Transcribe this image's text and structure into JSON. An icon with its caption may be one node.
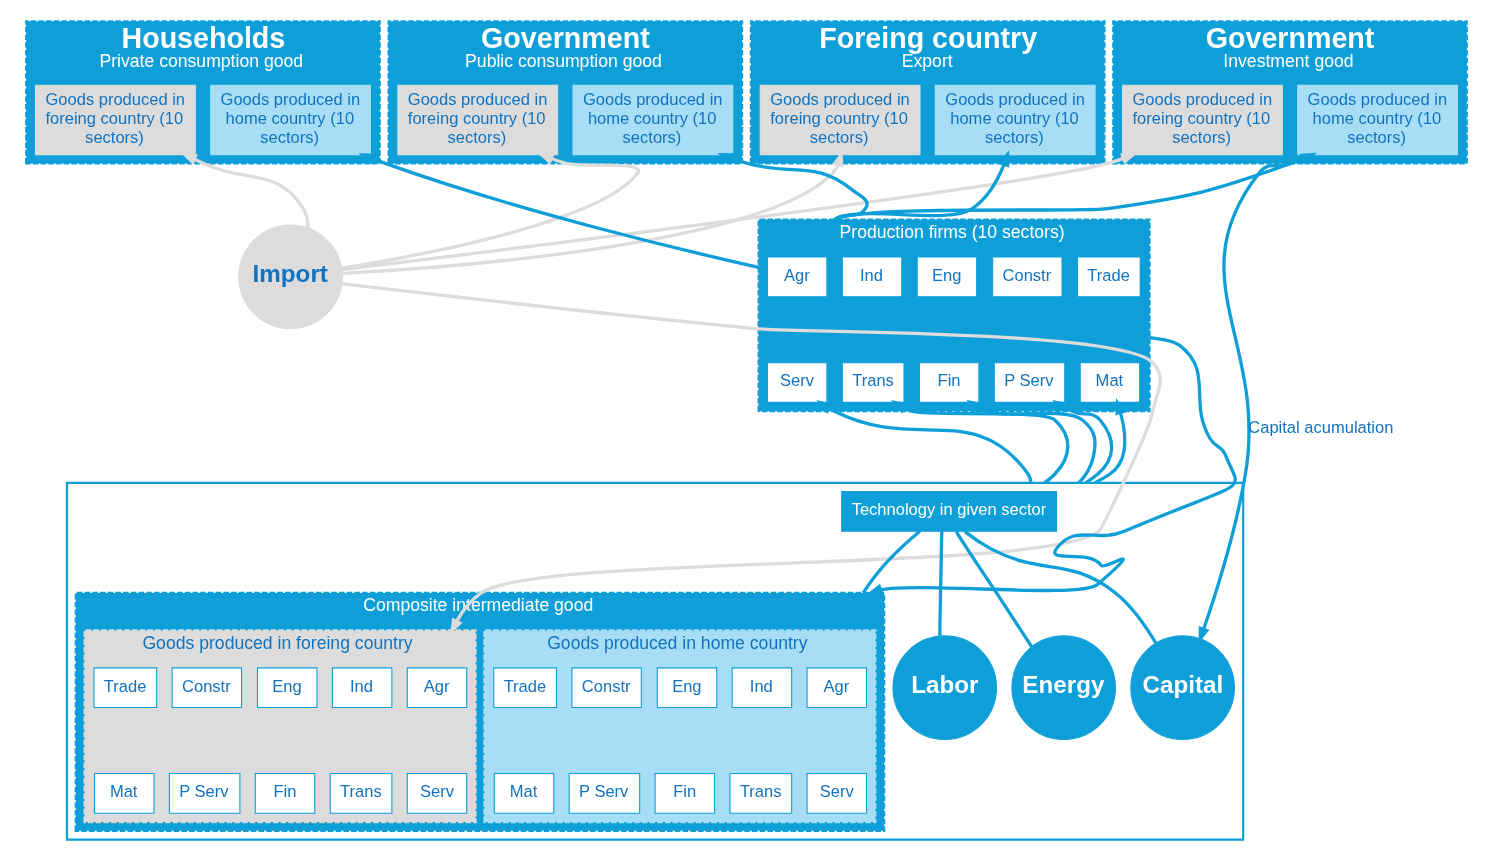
{
  "diagram": {
    "nodes": [
      {
        "text": [
          "Households",
          "Private consumption good"
        ]
      },
      {
        "text": [
          "Goods produced in home country (10 sectors)"
        ],
        "in": 0
      },
      {
        "text": [
          "Goods produced in foreing country (10 sectors)"
        ],
        "in": 0
      },
      {
        "text": [
          "Government",
          "Public consumption good"
        ]
      },
      {
        "text": [
          "Goods produced in home country (10 sectors)"
        ],
        "in": 3
      },
      {
        "text": [
          "Goods produced in foreing country (10 sectors)"
        ],
        "in": 3
      },
      {
        "text": [
          "Foreing country",
          "Export"
        ]
      },
      {
        "text": [
          "Goods produced in home country (10 sectors)"
        ],
        "in": 6
      },
      {
        "text": [
          "Goods produced in foreing country (10 sectors)"
        ],
        "in": 6
      },
      {
        "text": [
          "Government",
          "Investment good"
        ]
      },
      {
        "text": [
          "Goods produced in home country (10 sectors)"
        ],
        "in": 9
      },
      {
        "text": [
          "Goods produced in foreing country (10 sectors)"
        ],
        "in": 9
      },
      {
        "text": [
          "Import"
        ]
      },
      {
        "text": [
          "Production firms (10 sectors)"
        ]
      },
      {
        "text": [
          "Agr"
        ],
        "in": 13
      },
      {
        "text": [
          "Ind"
        ],
        "in": 13
      },
      {
        "text": [
          "Eng"
        ],
        "in": 13
      },
      {
        "text": [
          "Constr"
        ],
        "in": 13
      },
      {
        "text": [
          "Trade"
        ],
        "in": 13
      },
      {
        "text": [
          "Serv"
        ],
        "in": 13
      },
      {
        "text": [
          "Trans"
        ],
        "in": 13
      },
      {
        "text": [
          "Fin"
        ],
        "in": 13
      },
      {
        "text": [
          "P Serv"
        ],
        "in": 13
      },
      {
        "text": [
          "Mat"
        ],
        "in": 13
      },
      {
        "text": [],
        "shape": "box"
      },
      {
        "text": [
          "Technology in given sector"
        ],
        "in": 24
      },
      {
        "text": [
          "Composite intermediate good"
        ],
        "in": 24
      },
      {
        "text": [
          "Goods produced in home country"
        ],
        "in": 26
      },
      {
        "text": [
          "Agr"
        ],
        "in": 27
      },
      {
        "text": [
          "Ind"
        ],
        "in": 27
      },
      {
        "text": [
          "Eng"
        ],
        "in": 27
      },
      {
        "text": [
          "Constr"
        ],
        "in": 27
      },
      {
        "text": [
          "Trade"
        ],
        "in": 27
      },
      {
        "text": [
          "Serv"
        ],
        "in": 27
      },
      {
        "text": [
          "Trans"
        ],
        "in": 27
      },
      {
        "text": [
          "Fin"
        ],
        "in": 27
      },
      {
        "text": [
          "P Serv"
        ],
        "in": 27
      },
      {
        "text": [
          "Mat"
        ],
        "in": 27
      },
      {
        "text": [
          "Goods produced in foreing country"
        ],
        "in": 26
      },
      {
        "text": [
          "Agr"
        ],
        "in": 38
      },
      {
        "text": [
          "Ind"
        ],
        "in": 38
      },
      {
        "text": [
          "Eng"
        ],
        "in": 38
      },
      {
        "text": [
          "Constr"
        ],
        "in": 38
      },
      {
        "text": [
          "Trade"
        ],
        "in": 38
      },
      {
        "text": [
          "Serv"
        ],
        "in": 38
      },
      {
        "text": [
          "Trans"
        ],
        "in": 38
      },
      {
        "text": [
          "Fin"
        ],
        "in": 38
      },
      {
        "text": [
          "P Serv"
        ],
        "in": 38
      },
      {
        "text": [
          "Mat"
        ],
        "in": 38
      },
      {
        "text": [
          "Labor"
        ],
        "in": 24
      },
      {
        "text": [
          "Energy"
        ],
        "in": 24
      },
      {
        "text": [
          "Capital"
        ],
        "in": 24
      }
    ],
    "edges": [
      {
        "from": 13,
        "to": 1,
        "arrow": "to"
      },
      {
        "from": 13,
        "to": 4,
        "arrow": "to"
      },
      {
        "from": 13,
        "to": 7,
        "arrow": "to"
      },
      {
        "from": 13,
        "to": 10,
        "arrow": "to"
      },
      {
        "from": 12,
        "to": 2,
        "arrow": "to",
        "color": "#dcdcdd"
      },
      {
        "from": 12,
        "to": 5,
        "arrow": "to",
        "color": "#dcdcdd"
      },
      {
        "from": 12,
        "to": 8,
        "arrow": "to",
        "color": "#dcdcdd"
      },
      {
        "from": 12,
        "to": 11,
        "arrow": "to",
        "color": "#dcdcdd"
      },
      {
        "from": 12,
        "to": 38,
        "arrow": "to",
        "color": "#dcdcdd"
      },
      {
        "from": 13,
        "to": 26,
        "arrow": "to"
      },
      {
        "from": 9,
        "to": 51,
        "arrow": "to",
        "label": "Capital acumulation"
      },
      {
        "from": 24,
        "to": 19,
        "arrow": "to"
      },
      {
        "from": 24,
        "to": 20,
        "arrow": "to"
      },
      {
        "from": 24,
        "to": 21,
        "arrow": "to"
      },
      {
        "from": 24,
        "to": 22,
        "arrow": "to"
      },
      {
        "from": 24,
        "to": 23,
        "arrow": "to"
      },
      {
        "from": 25,
        "to": 26,
        "arrow": "none"
      },
      {
        "from": 25,
        "to": 49,
        "arrow": "none"
      },
      {
        "from": 25,
        "to": 50,
        "arrow": "none"
      },
      {
        "from": 25,
        "to": 51,
        "arrow": "none"
      }
    ]
  }
}
